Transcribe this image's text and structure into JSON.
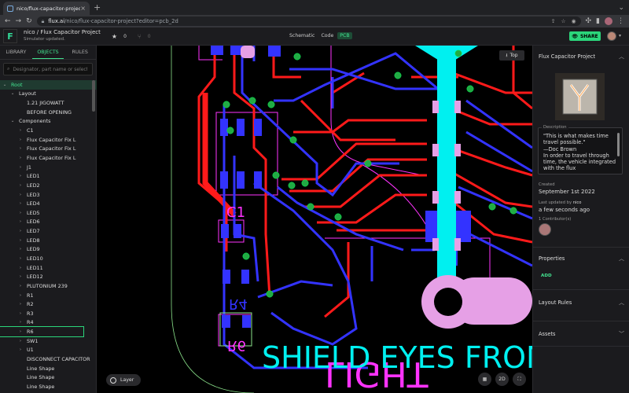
{
  "browser": {
    "tab_title": "nico/flux-capacitor-project: Fl",
    "url_host": "flux.ai",
    "url_path": "/nico/flux-capacitor-project?editor=pcb_2d"
  },
  "header": {
    "project_title": "nico / Flux Capacitor Project",
    "status": "Simulator updated.",
    "star_count": "0",
    "views": [
      "Schematic",
      "Code",
      "PCB"
    ],
    "active_view": "PCB",
    "share_label": "SHARE"
  },
  "left_panel": {
    "tabs": [
      "LIBRARY",
      "OBJECTS",
      "RULES"
    ],
    "active_tab": "OBJECTS",
    "search_placeholder": "Designator, part name or selector",
    "tree": [
      {
        "label": "Root",
        "depth": 0,
        "chevron": "down",
        "type": "root"
      },
      {
        "label": "Layout",
        "depth": 1,
        "chevron": "down"
      },
      {
        "label": "1.21 JIGOWATT",
        "depth": 2,
        "chevron": ""
      },
      {
        "label": "BEFORE OPENING",
        "depth": 2,
        "chevron": ""
      },
      {
        "label": "Components",
        "depth": 1,
        "chevron": "down"
      },
      {
        "label": "C1",
        "depth": 2,
        "chevron": "right"
      },
      {
        "label": "Flux Capacitor Fix L",
        "depth": 2,
        "chevron": "right"
      },
      {
        "label": "Flux Capacitor Fix L",
        "depth": 2,
        "chevron": "right"
      },
      {
        "label": "Flux Capacitor Fix L",
        "depth": 2,
        "chevron": "right"
      },
      {
        "label": "J1",
        "depth": 2,
        "chevron": "right"
      },
      {
        "label": "LED1",
        "depth": 2,
        "chevron": "right"
      },
      {
        "label": "LED2",
        "depth": 2,
        "chevron": "right"
      },
      {
        "label": "LED3",
        "depth": 2,
        "chevron": "right"
      },
      {
        "label": "LED4",
        "depth": 2,
        "chevron": "right"
      },
      {
        "label": "LED5",
        "depth": 2,
        "chevron": "right"
      },
      {
        "label": "LED6",
        "depth": 2,
        "chevron": "right"
      },
      {
        "label": "LED7",
        "depth": 2,
        "chevron": "right"
      },
      {
        "label": "LED8",
        "depth": 2,
        "chevron": "right"
      },
      {
        "label": "LED9",
        "depth": 2,
        "chevron": "right"
      },
      {
        "label": "LED10",
        "depth": 2,
        "chevron": "right"
      },
      {
        "label": "LED11",
        "depth": 2,
        "chevron": "right"
      },
      {
        "label": "LED12",
        "depth": 2,
        "chevron": "right"
      },
      {
        "label": "PLUTONIUM 239",
        "depth": 2,
        "chevron": "right"
      },
      {
        "label": "R1",
        "depth": 2,
        "chevron": "right"
      },
      {
        "label": "R2",
        "depth": 2,
        "chevron": "right"
      },
      {
        "label": "R3",
        "depth": 2,
        "chevron": "right"
      },
      {
        "label": "R4",
        "depth": 2,
        "chevron": "right"
      },
      {
        "label": "R6",
        "depth": 2,
        "chevron": "right",
        "type": "sel"
      },
      {
        "label": "SW1",
        "depth": 2,
        "chevron": "right"
      },
      {
        "label": "U1",
        "depth": 2,
        "chevron": "right"
      },
      {
        "label": "DISCONNECT CAPACITOR ...",
        "depth": 2,
        "chevron": ""
      },
      {
        "label": "Line Shape",
        "depth": 2,
        "chevron": ""
      },
      {
        "label": "Line Shape",
        "depth": 2,
        "chevron": ""
      },
      {
        "label": "Line Shape",
        "depth": 2,
        "chevron": ""
      }
    ]
  },
  "right_panel": {
    "title": "Flux Capacitor Project",
    "description_label": "Description",
    "description": "\"This is what makes time travel possible.\"\n—Doc Brown\nIn order to travel through time, the vehicle integrated with the flux",
    "created_label": "Created",
    "created_value": "September 1st 2022",
    "updated_label": "Last updated by",
    "updated_by": "nico",
    "updated_value": "a few seconds ago",
    "contributors_label": "1 Contributor(s)",
    "properties_label": "Properties",
    "add_label": "ADD",
    "layout_rules_label": "Layout Rules",
    "assets_label": "Assets"
  },
  "canvas": {
    "top_button": "Top",
    "layer_button": "Layer",
    "mode_button": "2D",
    "silk_text_front": "SHIELD EYES FROM",
    "silk_text_back": "LIGHT",
    "colors": {
      "background": "#000000",
      "top_copper": "#ff1a1a",
      "bottom_copper": "#3333ff",
      "silkscreen": "#ff33ff",
      "highlight_trace": "#00f0f0",
      "pad": "#e6a0e6",
      "via": "#22aa44",
      "board_outline": "#8be38b"
    }
  },
  "colors": {
    "accent": "#2bd67b",
    "panel_bg": "#1b1b1e"
  }
}
